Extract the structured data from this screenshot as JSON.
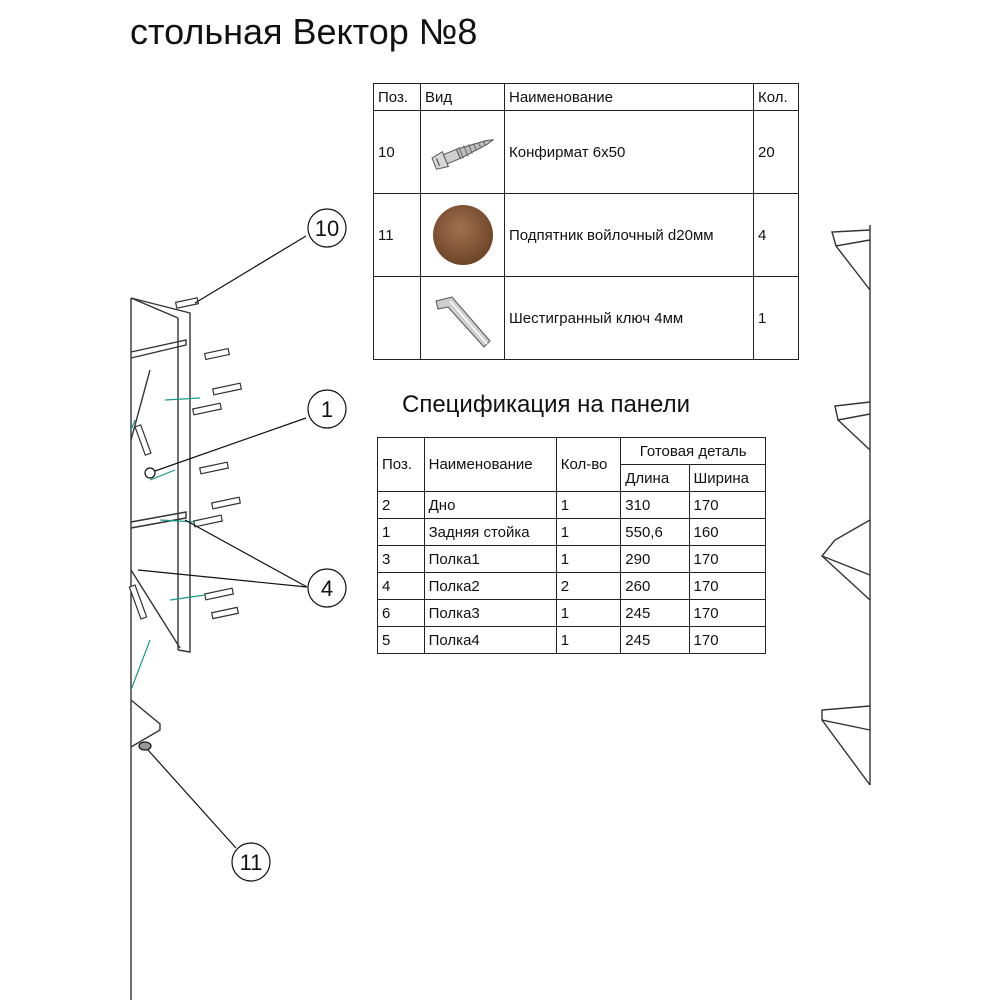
{
  "title": "стольная Вектор №8",
  "hardware_table": {
    "headers": {
      "pos": "Поз.",
      "view": "Вид",
      "name": "Наименование",
      "qty": "Кол."
    },
    "rows": [
      {
        "pos": "10",
        "name": "Конфирмат 6х50",
        "qty": "20",
        "icon": "screw-icon"
      },
      {
        "pos": "11",
        "name": "Подпятник войлочный d20мм",
        "qty": "4",
        "icon": "felt-pad-icon"
      },
      {
        "pos": "",
        "name": "Шестигранный ключ 4мм",
        "qty": "1",
        "icon": "hex-key-icon"
      }
    ]
  },
  "spec": {
    "title": "Спецификация на панели",
    "headers": {
      "pos": "Поз.",
      "name": "Наименование",
      "qty": "Кол-во",
      "finished": "Готовая деталь",
      "length": "Длина",
      "width": "Ширина"
    },
    "rows": [
      {
        "pos": "2",
        "name": "Дно",
        "qty": "1",
        "length": "310",
        "width": "170"
      },
      {
        "pos": "1",
        "name": "Задняя стойка",
        "qty": "1",
        "length": "550,6",
        "width": "160"
      },
      {
        "pos": "3",
        "name": "Полка1",
        "qty": "1",
        "length": "290",
        "width": "170"
      },
      {
        "pos": "4",
        "name": "Полка2",
        "qty": "2",
        "length": "260",
        "width": "170"
      },
      {
        "pos": "6",
        "name": "Полка3",
        "qty": "1",
        "length": "245",
        "width": "170"
      },
      {
        "pos": "5",
        "name": "Полка4",
        "qty": "1",
        "length": "245",
        "width": "170"
      }
    ]
  },
  "callouts": [
    "10",
    "1",
    "4",
    "11"
  ],
  "colors": {
    "ink": "#111111",
    "guide_line": "#1a9a8a",
    "felt": "#8a5a3a"
  }
}
